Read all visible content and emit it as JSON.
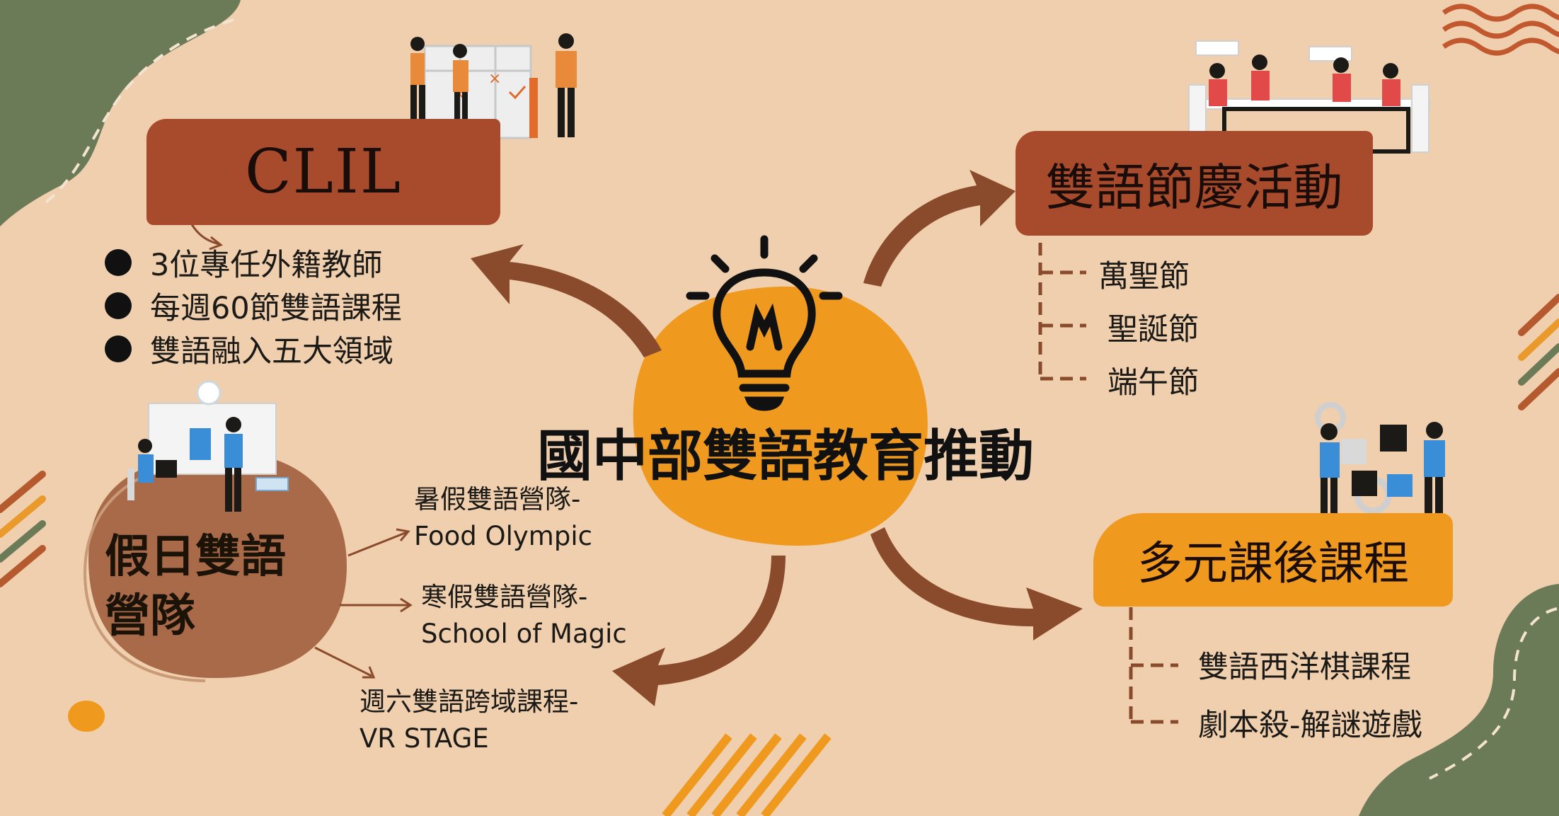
{
  "title": "國中部雙語教育推動",
  "clil": {
    "heading": "CLIL",
    "bullets": [
      "3位專任外籍教師",
      "每週60節雙語課程",
      "雙語融入五大領域"
    ]
  },
  "festivals": {
    "heading": "雙語節慶活動",
    "items": [
      "萬聖節",
      "聖誕節",
      "端午節"
    ]
  },
  "after_school": {
    "heading": "多元課後課程",
    "items": [
      "雙語西洋棋課程",
      "劇本殺-解謎遊戲"
    ]
  },
  "weekend_camp": {
    "heading_line1": "假日雙語",
    "heading_line2": "營隊",
    "items": [
      {
        "line1": "暑假雙語營隊-",
        "line2": "Food Olympic"
      },
      {
        "line1": "寒假雙語營隊-",
        "line2": "School of Magic"
      },
      {
        "line1": "週六雙語跨域課程-",
        "line2": "VR STAGE"
      }
    ]
  },
  "colors": {
    "background": "#efcfae",
    "rust": "#a84a2c",
    "orange": "#ef9a1e",
    "brown_arrow": "#8a4a2c",
    "green_blob": "#6b7a57",
    "circle_brown": "#a86a48"
  }
}
